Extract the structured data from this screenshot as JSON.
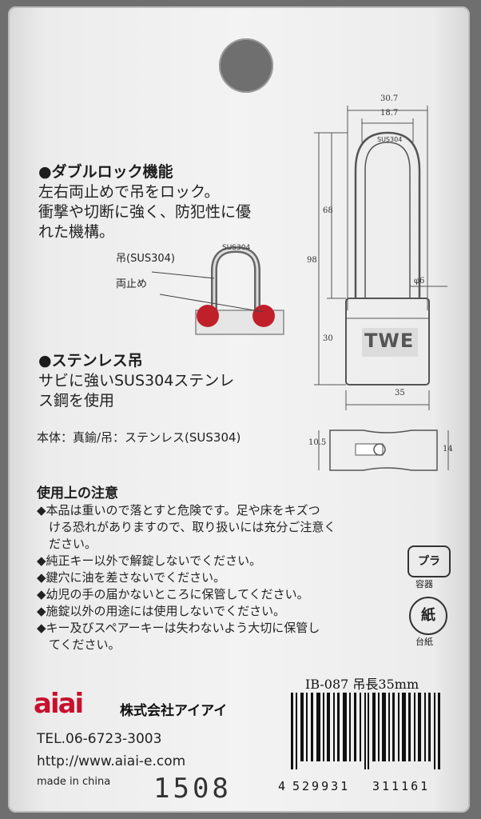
{
  "feature1": {
    "heading": "●ダブルロック機能",
    "lines": [
      "左右両止めで吊をロック。",
      "衝撃や切断に強く、防犯性に優",
      "れた機構。"
    ]
  },
  "diagram": {
    "shackle_label": "吊(SUS304)",
    "lock_label": "両止め",
    "shackle_stamp": "SUS304"
  },
  "feature2": {
    "heading": "●ステンレス吊",
    "lines": [
      "サビに強いSUS304ステンレ",
      "ス鋼を使用"
    ]
  },
  "material": "本体：真鍮/吊：ステンレス(SUS304)",
  "caution": {
    "heading": "使用上の注意",
    "items": [
      "◆本品は重いので落とすと危険です。足や床をキズつ",
      "　ける恐れがありますので、取り扱いには充分ご注意く",
      "　ださい。",
      "◆純正キー以外で解錠しないでください。",
      "◆鍵穴に油を差さないでください。",
      "◆幼児の手の届かないところに保管してください。",
      "◆施錠以外の用途には使用しないでください。",
      "◆キー及びスペアーキーは失わないよう大切に保管し",
      "　てください。"
    ]
  },
  "tech": {
    "dims": {
      "d307": "30.7",
      "d187": "18.7",
      "d68": "68",
      "d98": "98",
      "d30": "30",
      "d6": "φ6",
      "d35": "35",
      "d105": "10.5",
      "d14": "14"
    },
    "stamp_top": "SUS304",
    "body_logo": "TWE"
  },
  "recycle": {
    "plastic": "プラ",
    "plastic_label": "容器",
    "paper": "紙",
    "paper_label": "台紙"
  },
  "model": "IB-087 吊長35mm",
  "brand": {
    "logo": "aiai",
    "company": "株式会社アイアイ"
  },
  "contact": {
    "tel": "TEL.06-6723-3003",
    "url": "http://www.aiai-e.com",
    "origin": "made in china"
  },
  "lot": "1508",
  "barcode": {
    "d1": "4",
    "d2": "529931",
    "d3": "311161"
  }
}
